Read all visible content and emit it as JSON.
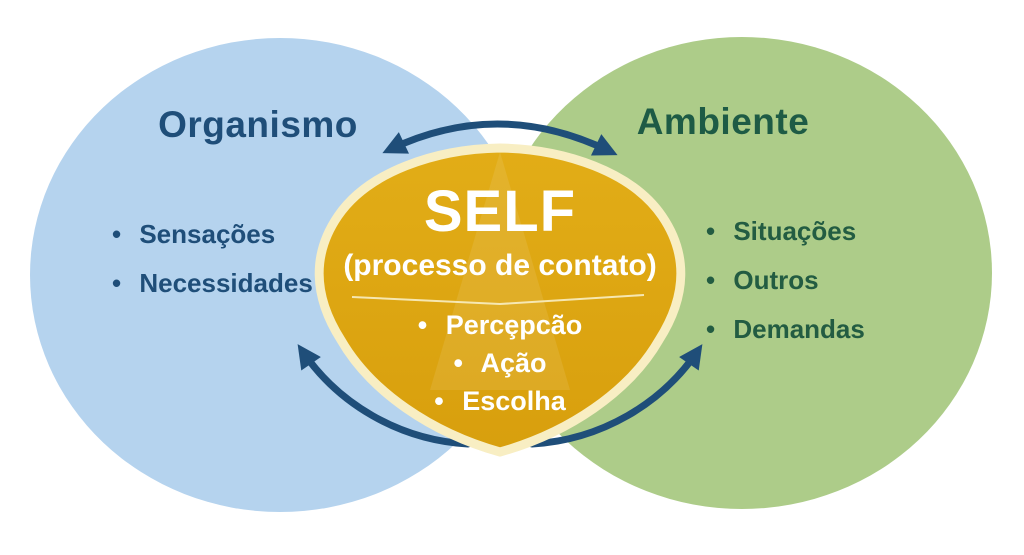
{
  "bullet": "•",
  "colors": {
    "organism_fill": "#b5d3ee",
    "environment_fill": "#adcc89",
    "self_fill": "#dda70f",
    "self_border": "#f8eec3",
    "arrow": "#1f4e79",
    "organism_text": "#1f4e79",
    "environment_text": "#1e5b45",
    "self_text": "#ffffff"
  },
  "organism": {
    "label": "Organismo",
    "items": [
      "Sensações",
      "Necessidades"
    ]
  },
  "environment": {
    "label": "Ambiente",
    "items": [
      "Situações",
      "Outros",
      "Demandas"
    ]
  },
  "self": {
    "title": "SELF",
    "subtitle": "(processo de contato)",
    "items": [
      "Percȩpcão",
      "Ação",
      "Escolha"
    ]
  }
}
